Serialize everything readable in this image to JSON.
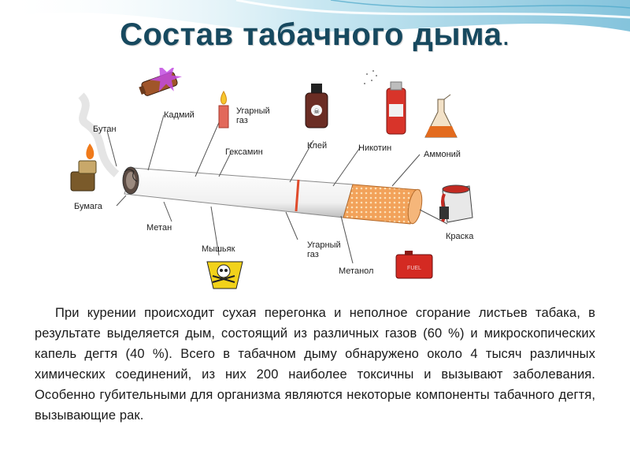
{
  "title": "Состав табачного дыма",
  "title_dot": ".",
  "labels": {
    "kadmiy": "Кадмий",
    "ugarny_top_1": "Угарный",
    "ugarny_top_2": "газ",
    "butan": "Бутан",
    "kley": "Клей",
    "nikotin": "Никотин",
    "ammoniy": "Аммоний",
    "geksamin": "Гексамин",
    "bumaga": "Бумага",
    "metan": "Метан",
    "myshyak": "Мышьяк",
    "ugarny_bottom_1": "Угарный",
    "ugarny_bottom_2": "газ",
    "kraska": "Краска",
    "metanol": "Метанол"
  },
  "paragraph": "При курении происходит сухая перегонка и неполное сгорание листьев табака, в результате выделяется дым, состоящий из различных газов (60 %) и микроскопических капель дегтя (40 %). Всего в табачном дыму обнаружено около 4 тысяч различных химических соединений, из них 200 наиболее токсичны и вызывают заболевания. Особенно губительными для организма являются некоторые компоненты табачного дегтя, вызывающие рак.",
  "colors": {
    "title": "#17495f",
    "wave": "#7ec3dc",
    "filter": "#f0a060"
  }
}
